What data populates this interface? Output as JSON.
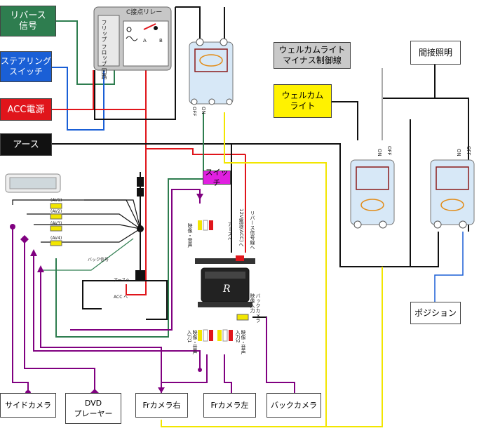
{
  "inputs": {
    "reverse_signal": "リバース\n信号",
    "steering_switch": "ステアリング\nスイッチ",
    "acc_power": "ACC電源",
    "ground": "アース"
  },
  "relay": {
    "title": "C接点リレー",
    "flipflop": "フリップ\nフロップ\n回路",
    "contact_a": "A",
    "contact_b": "B"
  },
  "top_right": {
    "welcome_minus": "ウェルカムライト\nマイナス制御線",
    "indirect_light": "間接照明",
    "welcome_light": "ウェルカム\nライト",
    "position": "ポジション"
  },
  "switch_label": "スイッチ",
  "av_labels": [
    "(AV1)",
    "(AV2)",
    "(AV3)",
    "(AV4)"
  ],
  "monitor_harness": {
    "back_signal": "バック信号",
    "to_ground": "アースへ",
    "to_acc": "ACC へ"
  },
  "selector": {
    "in_video_audio": "映像・音声",
    "to_ground": "アースへ",
    "power_12v": "12V電源(ACC)へ",
    "to_reverse": "リバース信号線へ",
    "back_camera_in": "バックカメラ\n映像入力",
    "input1": "映像・音声\n入力1",
    "input2": "映像・音声\n入力2"
  },
  "relay_mini_labels": {
    "off": "OFF",
    "on": "ON"
  },
  "bottom": {
    "side_camera": "サイドカメラ",
    "dvd_player": "DVD\nプレーヤー",
    "fr_camera_right": "Frカメラ右",
    "fr_camera_left": "Frカメラ左",
    "back_camera": "バックカメラ"
  },
  "colors": {
    "green": "#2e7d4f",
    "blue": "#1a5fd6",
    "red": "#e0151b",
    "black": "#111111",
    "yellow": "#fff200",
    "purple": "#800080",
    "magenta": "#e020e0",
    "gray": "#c9c9c9"
  }
}
